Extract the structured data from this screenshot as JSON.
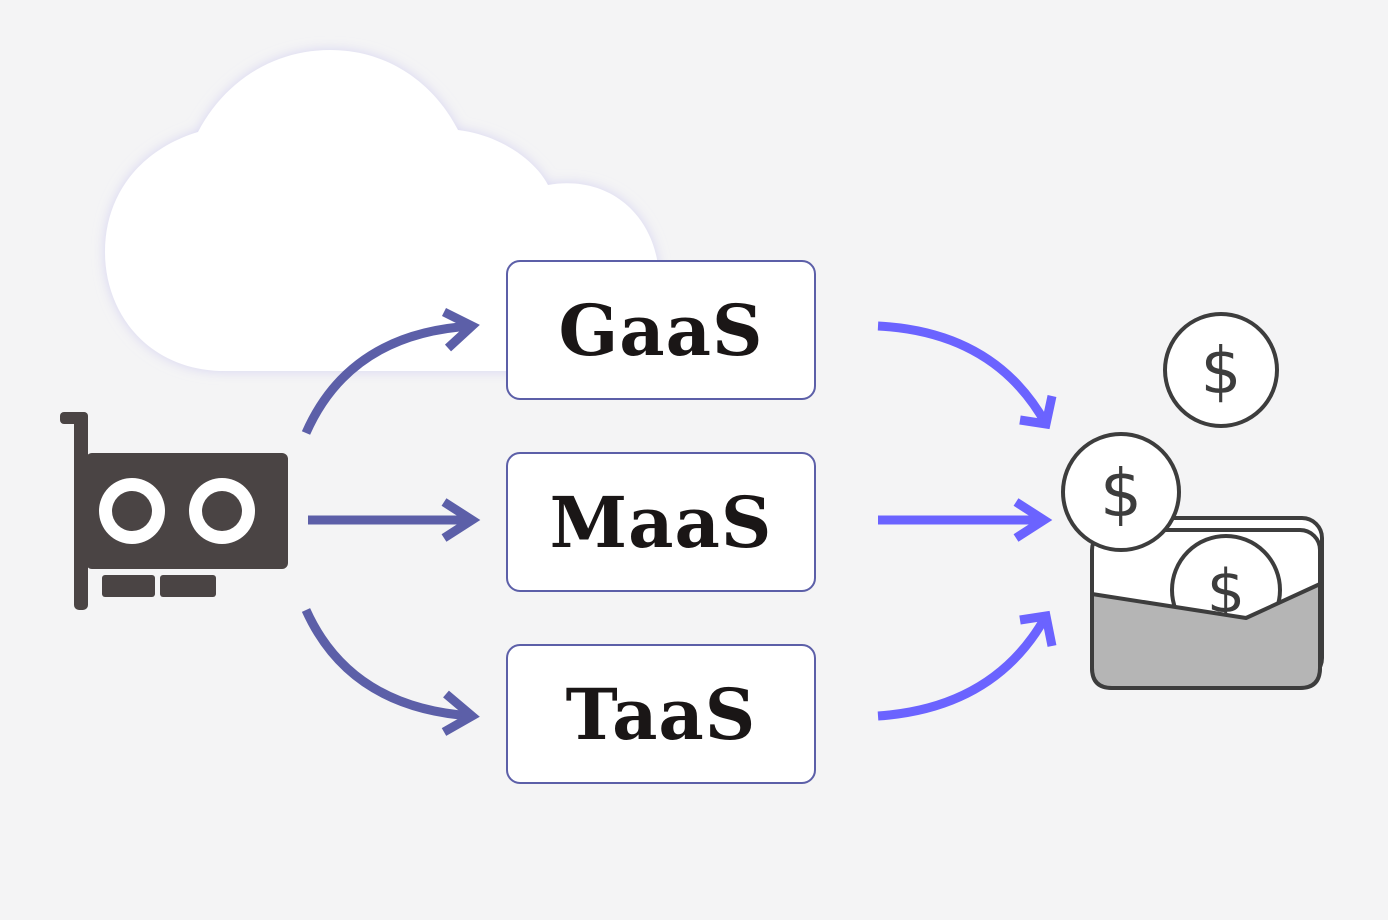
{
  "services": [
    {
      "id": "gaas",
      "label": "GaaS"
    },
    {
      "id": "maas",
      "label": "MaaS"
    },
    {
      "id": "taas",
      "label": "TaaS"
    }
  ],
  "icons": {
    "left": "gpu-card-icon",
    "right": "wallet-with-coins-icon",
    "coin_symbol": "$",
    "background": "cloud-icon"
  },
  "colors": {
    "background": "#f4f4f5",
    "cloud": "#ffffff",
    "box_border": "#5c5fa8",
    "left_arrows": "#5c5fa8",
    "right_arrows": "#6b63ff",
    "gpu": "#4a4444",
    "wallet_fill": "#b5b5b5",
    "wallet_stroke": "#3d3d3d"
  }
}
